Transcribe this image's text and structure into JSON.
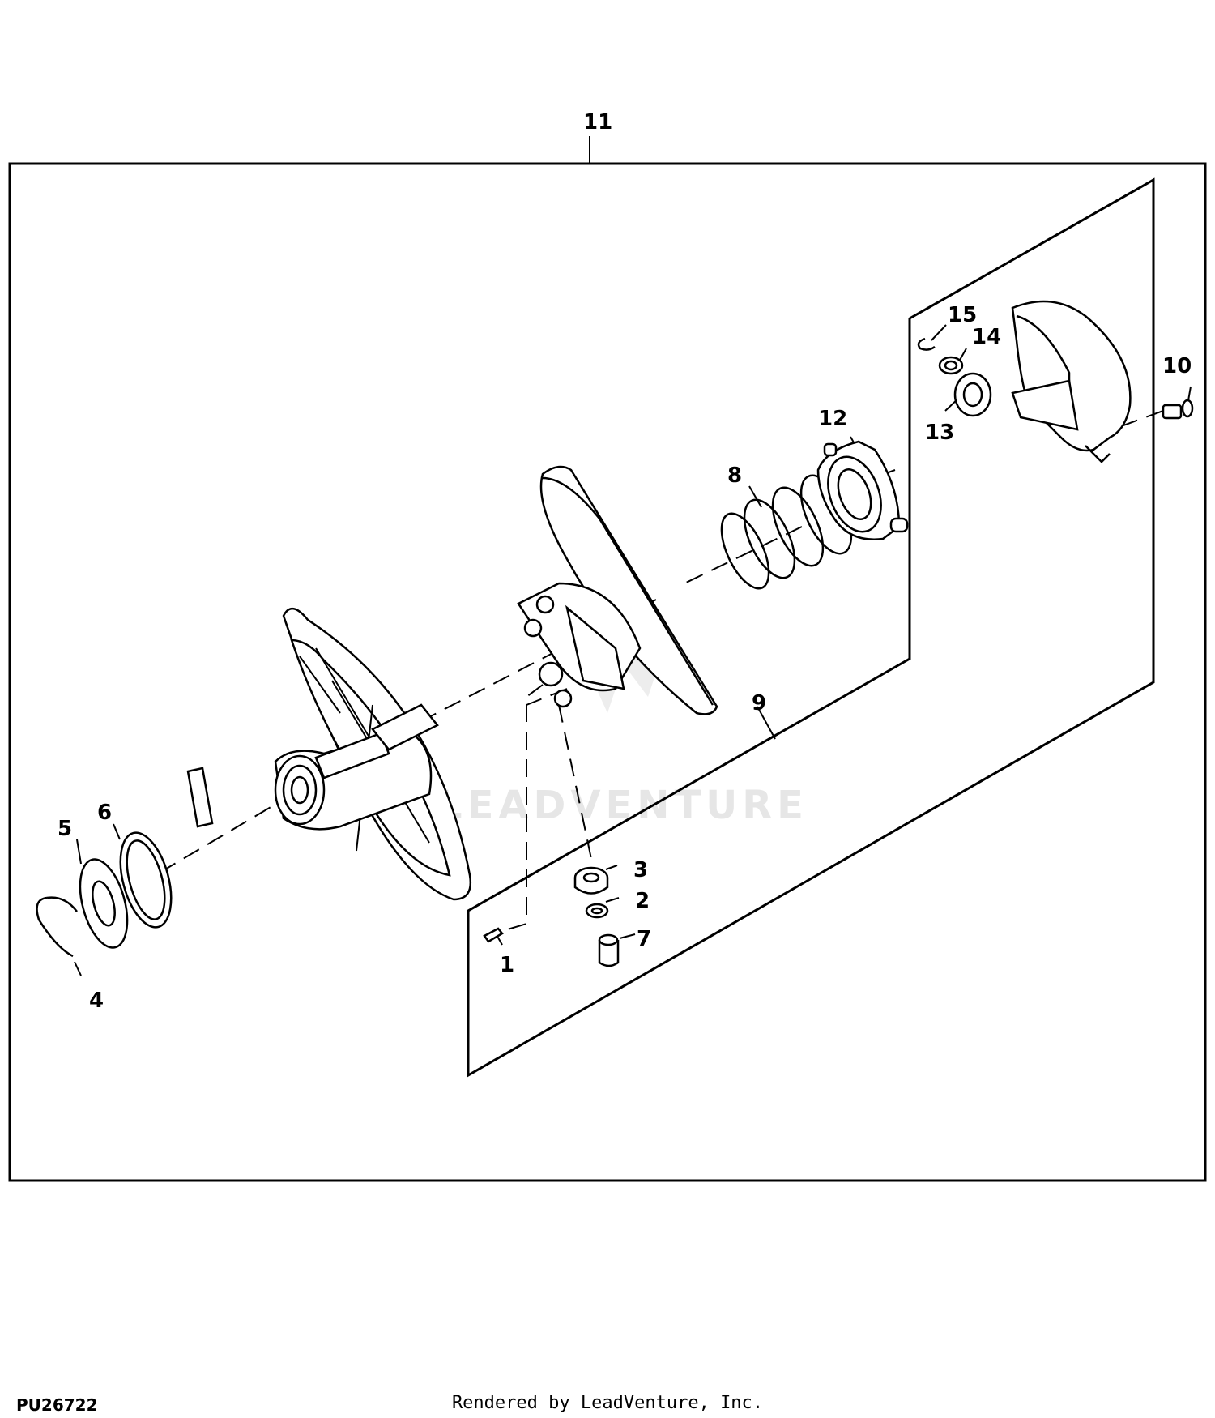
{
  "watermark": "LEADVENTURE",
  "figure_id": "PU26722",
  "credit": "Rendered by LeadVenture, Inc.",
  "callouts": {
    "c1": "1",
    "c2": "2",
    "c3": "3",
    "c4": "4",
    "c5": "5",
    "c6": "6",
    "c7": "7",
    "c8": "8",
    "c9": "9",
    "c10": "10",
    "c11": "11",
    "c12": "12",
    "c13": "13",
    "c14": "14",
    "c15": "15"
  }
}
